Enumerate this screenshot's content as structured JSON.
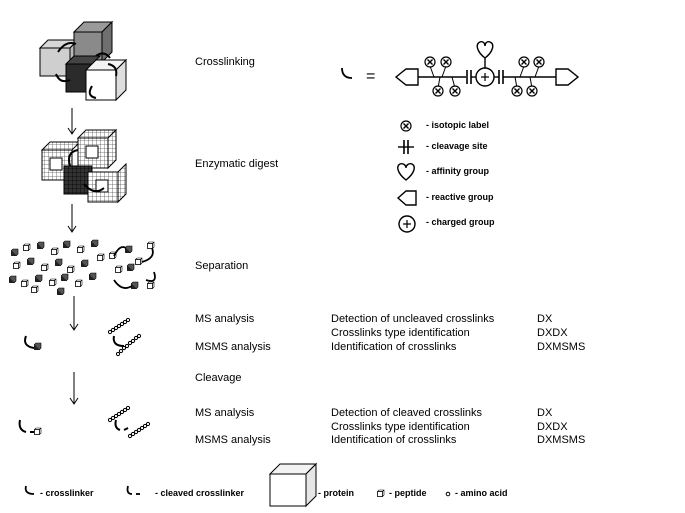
{
  "steps": {
    "crosslinking": "Crosslinking",
    "digest": "Enzymatic digest",
    "separation": "Separation",
    "cleavage": "Cleavage"
  },
  "equals": "=",
  "legend": [
    {
      "icon": "isotopic-label-icon",
      "label": "- isotopic label"
    },
    {
      "icon": "cleavage-site-icon",
      "label": "- cleavage site"
    },
    {
      "icon": "affinity-group-icon",
      "label": "- affinity group"
    },
    {
      "icon": "reactive-group-icon",
      "label": "- reactive group"
    },
    {
      "icon": "charged-group-icon",
      "label": "- charged group"
    }
  ],
  "analysis_uncleaved": [
    {
      "method": "MS analysis",
      "description": "Detection of uncleaved crosslinks",
      "code": "DX"
    },
    {
      "method": "",
      "description": "Crosslinks type identification",
      "code": "DXDX"
    },
    {
      "method": "MSMS analysis",
      "description": "Identification of crosslinks",
      "code": "DXMSMS"
    }
  ],
  "analysis_cleaved": [
    {
      "method": "MS analysis",
      "description": "Detection of cleaved crosslinks",
      "code": "DX"
    },
    {
      "method": "",
      "description": "Crosslinks type identification",
      "code": "DXDX"
    },
    {
      "method": "MSMS analysis",
      "description": "Identification of crosslinks",
      "code": "DXMSMS"
    }
  ],
  "bottom_legend": {
    "crosslinker": "- crosslinker",
    "cleaved": "- cleaved crosslinker",
    "protein": "- protein",
    "peptide": "- peptide",
    "amino_acid": "- amino acid"
  }
}
